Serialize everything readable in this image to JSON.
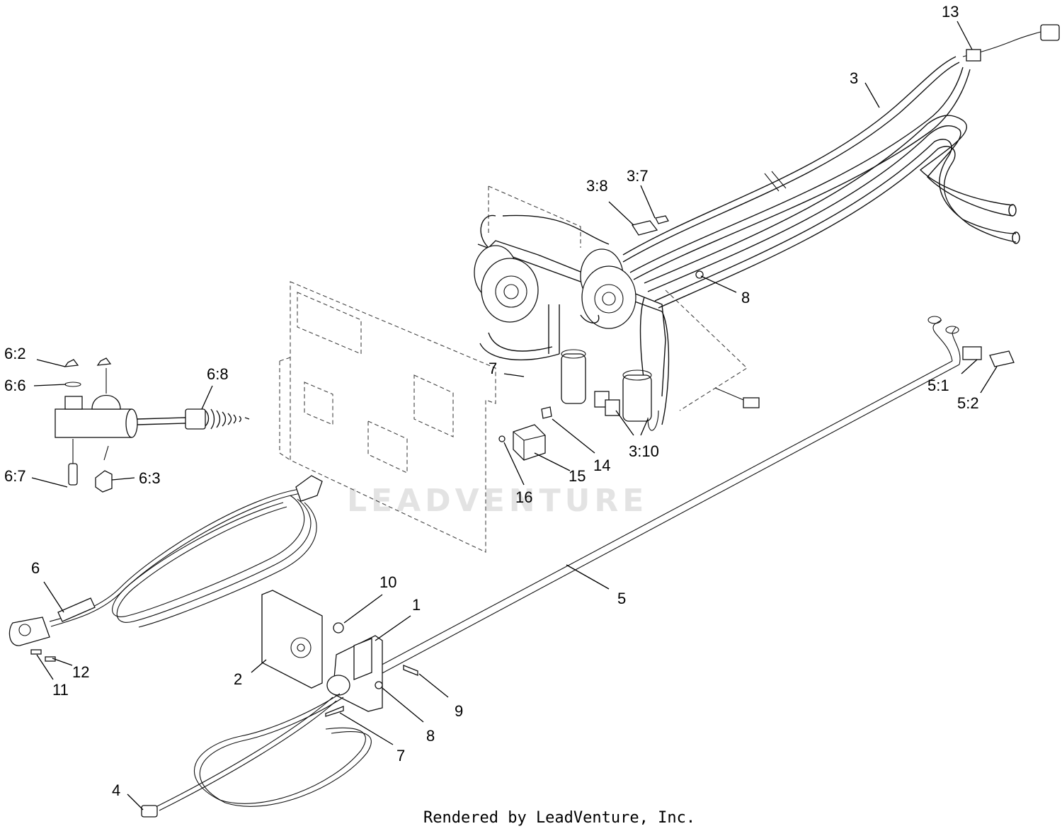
{
  "callouts": {
    "c13": "13",
    "c3": "3",
    "c3_7": "3:7",
    "c3_8": "3:8",
    "c8a": "8",
    "c6_2": "6:2",
    "c6_6": "6:6",
    "c6_8": "6:8",
    "c6_7": "6:7",
    "c6_3": "6:3",
    "c7a": "7",
    "c5_1": "5:1",
    "c5_2": "5:2",
    "c3_10": "3:10",
    "c14": "14",
    "c15": "15",
    "c16": "16",
    "c6": "6",
    "c10": "10",
    "c1": "1",
    "c5": "5",
    "c2": "2",
    "c12": "12",
    "c11": "11",
    "c9": "9",
    "c8b": "8",
    "c7b": "7",
    "c4": "4"
  },
  "watermark": "LEADVENTURE",
  "footer": "Rendered by LeadVenture, Inc."
}
